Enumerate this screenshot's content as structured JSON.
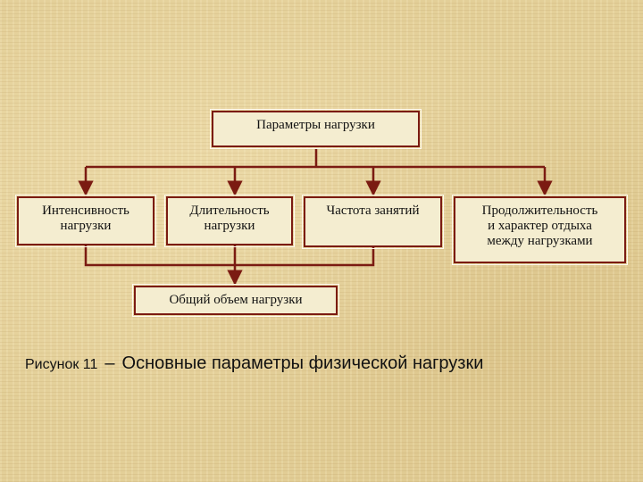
{
  "diagram": {
    "top": "Параметры нагрузки",
    "children": [
      "Интенсивность\nнагрузки",
      "Длительность\nнагрузки",
      "Частота занятий",
      "Продолжительность\nи характер отдыха\nмежду нагрузками"
    ],
    "bottom": "Общий объем нагрузки"
  },
  "caption": {
    "label": "Рисунок 11",
    "dash": "–",
    "text": "Основные параметры физической нагрузки"
  },
  "colors": {
    "line": "#7b1b12",
    "box_fill": "#f4edd0",
    "background": "#e3cf98"
  }
}
